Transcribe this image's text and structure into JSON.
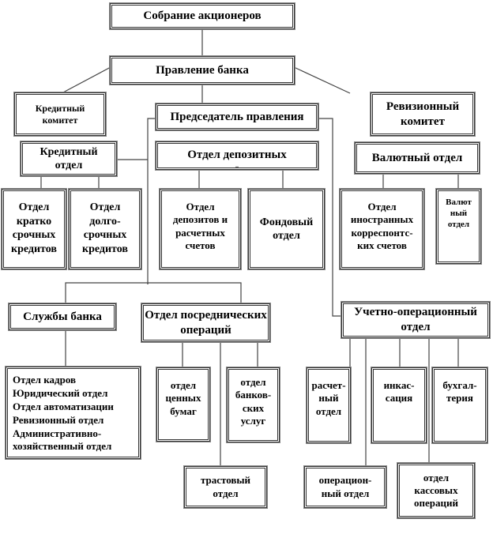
{
  "diagram": {
    "title": "Организационная структура банка",
    "nodes": {
      "shareholders": [
        "Собрание акционеров"
      ],
      "board": [
        "Правление банка"
      ],
      "credit_committee": [
        "Кредитный",
        "комитет"
      ],
      "chairman": [
        "Председатель правления"
      ],
      "audit_committee": [
        "Ревизионный",
        "комитет"
      ],
      "credit_dept": [
        "Кредитный",
        "отдел"
      ],
      "deposit_dept": [
        "Отдел депозитных",
        ".."
      ],
      "currency_dept": [
        "Валютный отдел"
      ],
      "short_term_credit": [
        "Отдел",
        "кратко",
        "срочных",
        "кредитов"
      ],
      "long_term_credit": [
        "Отдел",
        "долго-",
        "срочных",
        "кредитов"
      ],
      "deposits_accounts": [
        "Отдел",
        "депозитов и",
        "расчетных",
        "счетов"
      ],
      "stock_dept": [
        "Фондовый",
        "отдел"
      ],
      "foreign_corr": [
        "Отдел",
        "иностранных",
        "корреспонтс-",
        "ких  счетов"
      ],
      "currency_sub": [
        "Валют",
        "ный",
        "отдел"
      ],
      "bank_services": [
        "Службы банка"
      ],
      "intermediary_ops": [
        "Отдел посреднических",
        "операций"
      ],
      "accounting_ops": [
        "Учетно-операционный",
        "отдел"
      ],
      "services_list": [
        "Отдел кадров",
        "Юридический  отдел",
        "Отдел  автоматизации",
        "Ревизионный  отдел",
        "Административно-",
        "хозяйственный  отдел"
      ],
      "securities": [
        "отдел",
        "ценных",
        "бумаг"
      ],
      "bank_services_dept": [
        "отдел",
        "банков-",
        "ских",
        "услуг"
      ],
      "settlement": [
        "расчет-",
        "ный",
        "отдел"
      ],
      "collection": [
        "инкас-",
        "сация"
      ],
      "bookkeeping": [
        "бухгал-",
        "терия"
      ],
      "trust": [
        "трастовый",
        "отдел"
      ],
      "operational": [
        "операцион-",
        "ный отдел"
      ],
      "cash_ops": [
        "отдел",
        "кассовых",
        "операций"
      ]
    },
    "edges": [
      [
        "shareholders",
        "board"
      ],
      [
        "board",
        "credit_committee"
      ],
      [
        "board",
        "chairman"
      ],
      [
        "board",
        "audit_committee"
      ],
      [
        "chairman",
        "credit_dept"
      ],
      [
        "chairman",
        "deposit_dept"
      ],
      [
        "chairman",
        "currency_dept"
      ],
      [
        "chairman",
        "bank_services"
      ],
      [
        "chairman",
        "intermediary_ops"
      ],
      [
        "chairman",
        "accounting_ops"
      ],
      [
        "credit_dept",
        "short_term_credit"
      ],
      [
        "credit_dept",
        "long_term_credit"
      ],
      [
        "deposit_dept",
        "deposits_accounts"
      ],
      [
        "deposit_dept",
        "stock_dept"
      ],
      [
        "currency_dept",
        "foreign_corr"
      ],
      [
        "currency_dept",
        "currency_sub"
      ],
      [
        "bank_services",
        "services_list"
      ],
      [
        "intermediary_ops",
        "securities"
      ],
      [
        "intermediary_ops",
        "bank_services_dept"
      ],
      [
        "intermediary_ops",
        "trust"
      ],
      [
        "accounting_ops",
        "settlement"
      ],
      [
        "accounting_ops",
        "collection"
      ],
      [
        "accounting_ops",
        "bookkeeping"
      ],
      [
        "accounting_ops",
        "operational"
      ],
      [
        "accounting_ops",
        "cash_ops"
      ]
    ]
  }
}
